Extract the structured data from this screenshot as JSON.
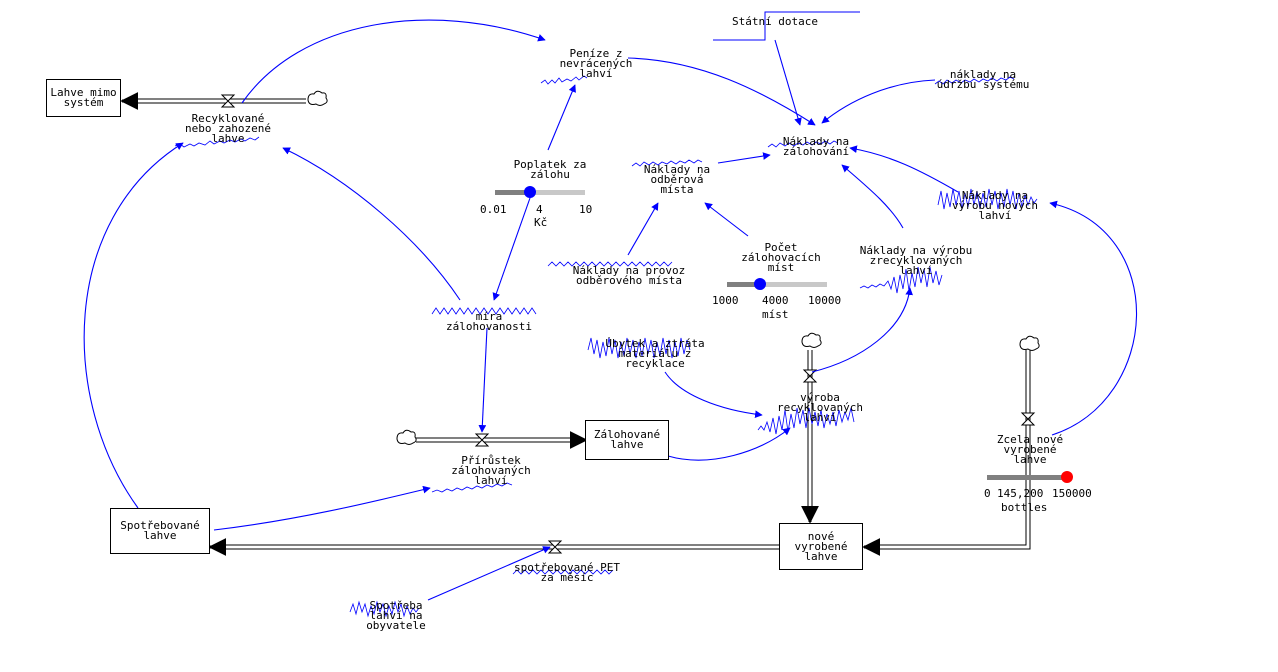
{
  "stocks": {
    "lahve_mimo": "Lahve mimo systém",
    "zalohovane": "Zálohované lahve",
    "spotrebovane": "Spotřebované lahve",
    "nove": "nové vyrobené lahve"
  },
  "flows": {
    "recyklovane": "Recyklované nebo zahozené lahve",
    "prirustek": "Přírůstek zálohovaných lahví",
    "vyroba_recykl": "výroba recyklovaných lahví",
    "zcela_nove": "Zcela nové vyrobené lahve",
    "spotrebovane_pet": "spotřebované PET za měsíc"
  },
  "variables": {
    "penize": "Peníze z nevrácených lahví",
    "statni_dotace": "Státní dotace",
    "naklady_udrzba": "náklady na údržbu systému",
    "naklady_zalohovani": "Náklady na zálohování",
    "naklady_odberova": "Náklady na odběrová místa",
    "naklady_novych": "Náklady na výrobu nových lahví",
    "naklady_zrecykl": "Náklady na výrobu zrecyklovaných lahví",
    "naklady_provoz": "Náklady na provoz odběrového místa",
    "mira": "míra zálohovanosti",
    "ubytek": "Úbytek a ztráta materiálu z recyklace",
    "spotreba": "Spotřeba lahví na obyvatele"
  },
  "sliders": {
    "poplatek": {
      "label": "Poplatek za zálohu",
      "min": "0.01",
      "value": "4",
      "max": "10",
      "unit": "Kč",
      "fraction": 0.39,
      "color": "#0000ff"
    },
    "pocet": {
      "label": "Počet zálohovacích míst",
      "min": "1000",
      "value": "4000",
      "max": "10000",
      "unit": "míst",
      "fraction": 0.33,
      "color": "#0000ff"
    },
    "zcela": {
      "min": "0",
      "value": "145,200",
      "max": "150000",
      "unit": "bottles",
      "fraction": 0.97,
      "color": "#ff0000"
    }
  },
  "colors": {
    "arrow": "#0000ff",
    "pipe": "#000000"
  }
}
